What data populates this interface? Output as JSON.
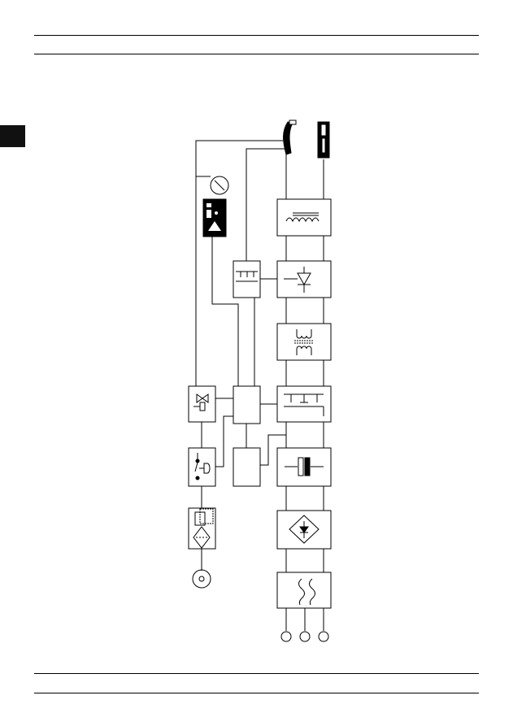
{
  "page": {
    "header_rules": 2,
    "footer_rules": 2,
    "side_tab_color": "#111111"
  },
  "diagram": {
    "description_visible_text": "",
    "power_chain": [
      "mains-terminals",
      "rfi-filter",
      "rectifier-bridge",
      "capacitor-bank",
      "igbt-switch",
      "transformer",
      "output-rectifier",
      "output-inductor",
      "plasma-torch",
      "work-clamp"
    ],
    "control_chain": [
      "air-inlet-connector",
      "filter-regulator",
      "pressure-switch",
      "solenoid-valve",
      "pressure-gauge",
      "control-panel"
    ],
    "line_color": "#000000"
  }
}
